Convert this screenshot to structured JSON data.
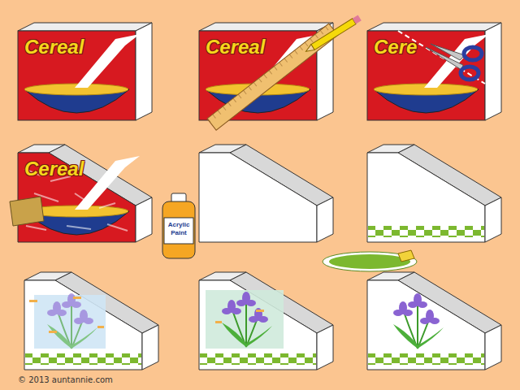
{
  "diagram": {
    "labels": [
      "Cereal",
      "Cereal",
      "Cere",
      "Cereal",
      "Acrylic Paint",
      "© 2013 auntannie.com"
    ]
  }
}
